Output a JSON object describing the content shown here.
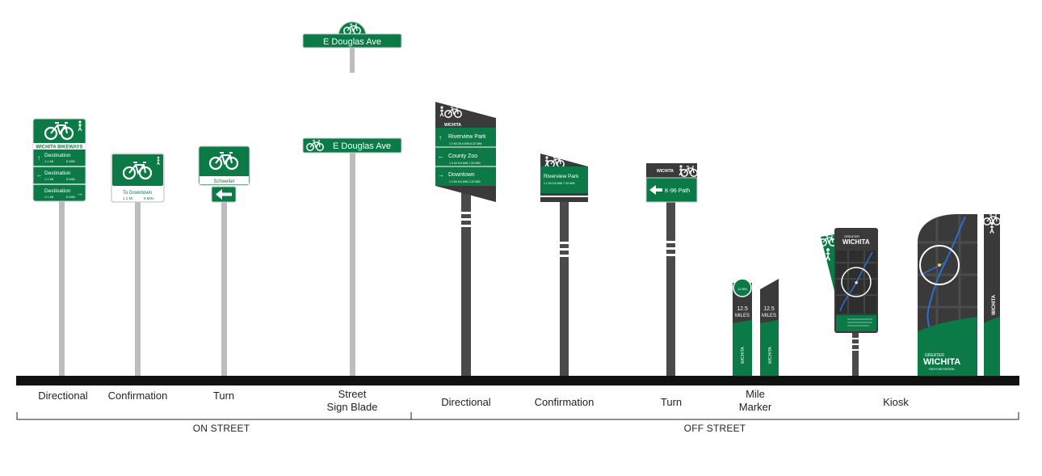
{
  "colors": {
    "green": "#0b7a47",
    "dark": "#3a3a3a",
    "black": "#111111",
    "pole_light": "#bdbdbd",
    "pole_dark": "#4a4a4a",
    "map_water": "#2b6fd6"
  },
  "icons": [
    "bicycle-icon",
    "pedestrian-icon",
    "arrow-up-icon",
    "arrow-left-icon",
    "arrow-right-icon",
    "star-icon"
  ],
  "categories": {
    "on_street": "ON STREET",
    "off_street": "OFF STREET"
  },
  "labels": {
    "on_directional": "Directional",
    "on_confirmation": "Confirmation",
    "on_turn": "Turn",
    "street_blade_line1": "Street",
    "street_blade_line2": "Sign Blade",
    "off_directional": "Directional",
    "off_confirmation": "Confirmation",
    "off_turn": "Turn",
    "mile_marker_line1": "Mile",
    "mile_marker_line2": "Marker",
    "kiosk": "Kiosk"
  },
  "signs": {
    "on_directional": {
      "header": "WICHITA BIKEWAYS",
      "rows": [
        {
          "arrow": "up",
          "dest": "Destination",
          "dist": "1.1 MI",
          "time": "6 MIN"
        },
        {
          "arrow": "left",
          "dest": "Destination",
          "dist": "1.1 MI",
          "time": "6 MIN"
        },
        {
          "arrow": "right",
          "dest": "Destination",
          "dist": "1.1 MI",
          "time": "6 MIN"
        }
      ]
    },
    "on_confirmation": {
      "dest": "To Downtown",
      "dist": "1.1 MI",
      "time": "6 MIN"
    },
    "on_turn": {
      "street": "Schweiter"
    },
    "street_blade": {
      "top": "E Douglas Ave",
      "bottom": "E Douglas Ave"
    },
    "off_directional": {
      "brand": "WICHITA",
      "rows": [
        {
          "arrow": "up",
          "dest": "Riverview Park",
          "info": "1.3 MI   25-6 MIN   6-32 MIN"
        },
        {
          "arrow": "left",
          "dest": "County Zoo",
          "info": "1.3 MI   5-6 MIN   7-33 MIN"
        },
        {
          "arrow": "right",
          "dest": "Downtown",
          "info": "1.3 MI   5-6 MIN   2-33 MIN"
        }
      ]
    },
    "off_confirmation": {
      "dest": "Riverview Park",
      "info": "1.1 MI   5-6 MIN   7-33 MIN"
    },
    "off_turn": {
      "brand": "WICHITA",
      "dest": "K-96 Path"
    },
    "mile_marker": {
      "a_value": "12.5",
      "a_unit": "MILES",
      "b_value": "12.5",
      "b_unit": "MILES",
      "tag": "12.5M"
    },
    "kiosk": {
      "brand_small": "GREATER",
      "brand": "WICHITA",
      "network": "PATH NETWORK"
    }
  }
}
